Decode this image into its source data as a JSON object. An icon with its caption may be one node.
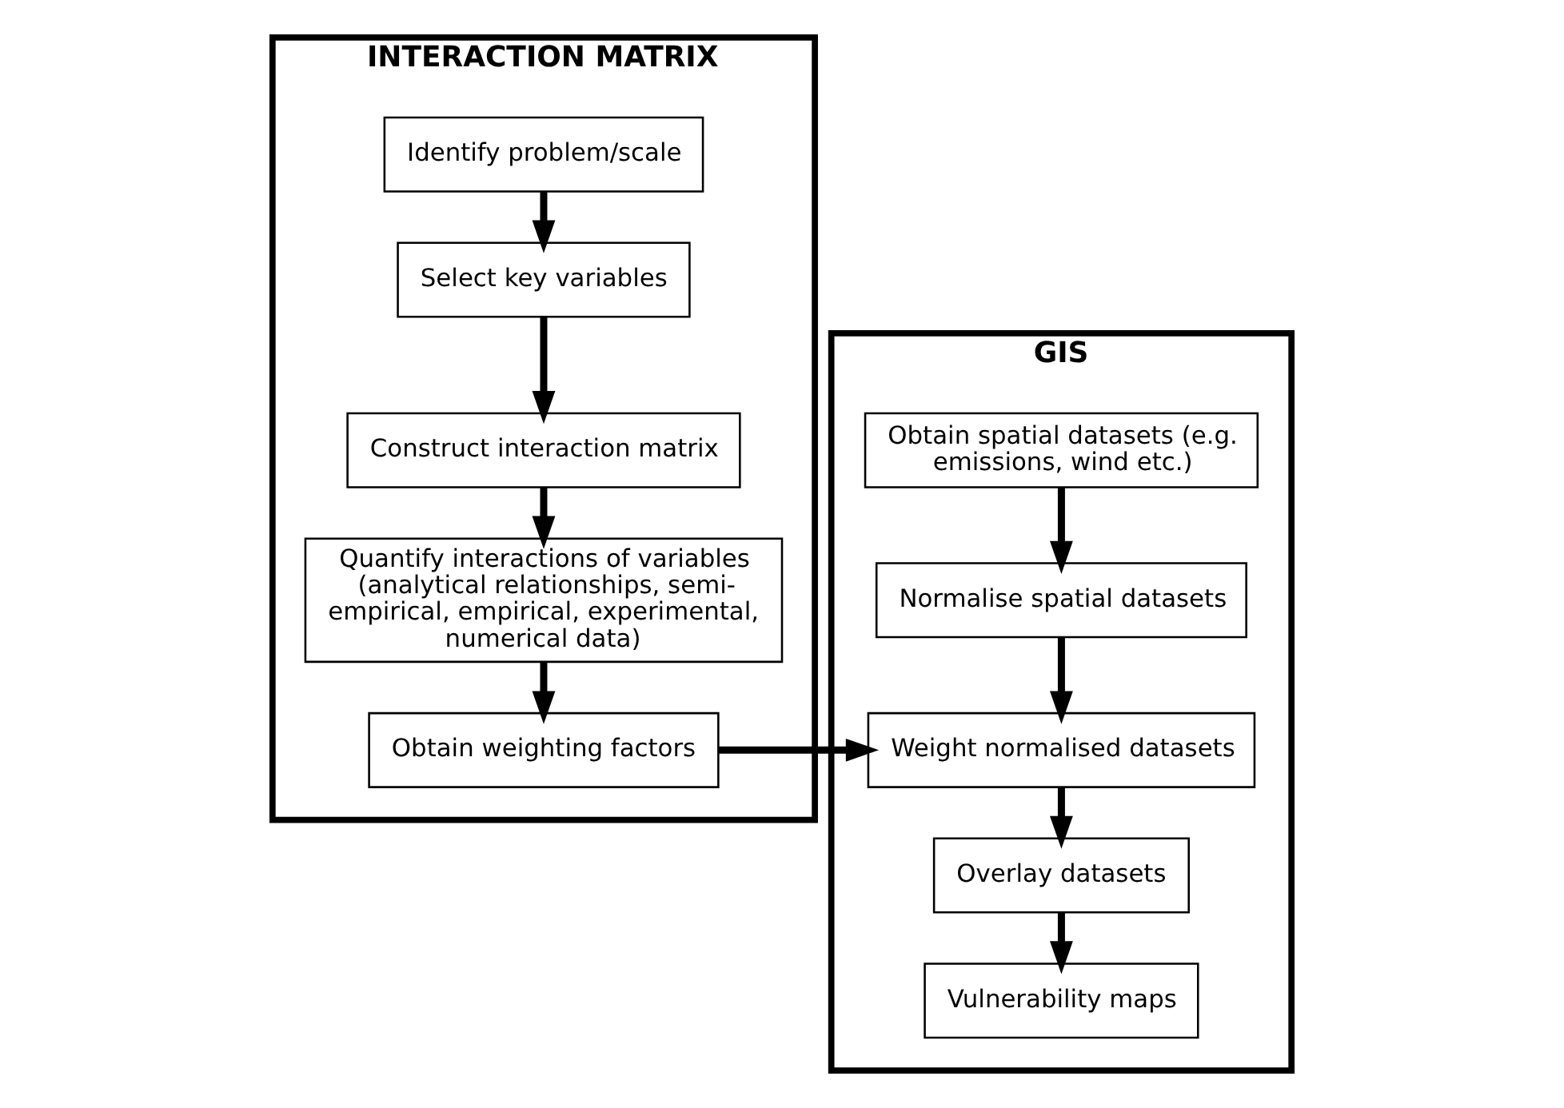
{
  "diagram": {
    "nodes": [
      {
        "text": [
          "INTERACTION MATRIX"
        ]
      },
      {
        "text": [
          "Identify problem/scale"
        ],
        "in": 0
      },
      {
        "text": [
          "Select key variables"
        ],
        "in": 0
      },
      {
        "text": [
          "Construct interaction matrix"
        ],
        "in": 0
      },
      {
        "text": [
          "Quantify interactions of variables (analytical relationships, semi-empirical, empirical, experimental, numerical data)"
        ],
        "in": 0
      },
      {
        "text": [
          "Obtain weighting factors"
        ],
        "in": 0
      },
      {
        "text": [
          "GIS"
        ]
      },
      {
        "text": [
          "Obtain spatial datasets (e.g. emissions, wind etc.)"
        ],
        "in": 6
      },
      {
        "text": [
          "Normalise spatial datasets"
        ],
        "in": 6
      },
      {
        "text": [
          "Weight normalised datasets"
        ],
        "in": 6
      },
      {
        "text": [
          "Overlay datasets"
        ],
        "in": 6
      },
      {
        "text": [
          "Vulnerability maps"
        ],
        "in": 6
      }
    ],
    "edges": [
      {
        "from": 1,
        "to": 2,
        "arrow": "to"
      },
      {
        "from": 2,
        "to": 3,
        "arrow": "to"
      },
      {
        "from": 3,
        "to": 4,
        "arrow": "to"
      },
      {
        "from": 4,
        "to": 5,
        "arrow": "to"
      },
      {
        "from": 5,
        "to": 9,
        "arrow": "to"
      },
      {
        "from": 7,
        "to": 8,
        "arrow": "to"
      },
      {
        "from": 8,
        "to": 9,
        "arrow": "to"
      },
      {
        "from": 9,
        "to": 10,
        "arrow": "to"
      },
      {
        "from": 10,
        "to": 11,
        "arrow": "to"
      }
    ]
  }
}
